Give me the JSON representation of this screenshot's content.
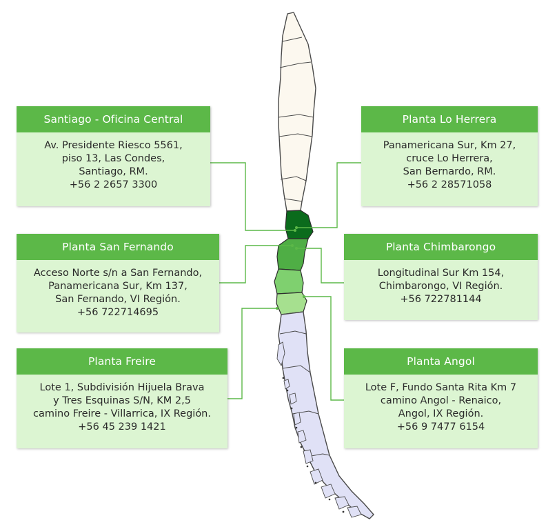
{
  "colors": {
    "header_bg": "#5cb848",
    "card_bg": "#dcf5d2",
    "connector": "#5cb848",
    "north_region": "#fcf8ef",
    "south_region": "#e0e1f6",
    "region_dark": "#0b6b1c",
    "region_medium": "#4fae45",
    "region_light": "#7fd06f",
    "region_pale": "#a6e08f"
  },
  "cards": [
    {
      "id": "santiago",
      "title": "Santiago - Oficina Central",
      "lines": [
        "Av. Presidente Riesco 5561,",
        "piso 13, Las Condes,",
        "Santiago, RM.",
        "+56 2 2657 3300"
      ]
    },
    {
      "id": "lo-herrera",
      "title": "Planta Lo Herrera",
      "lines": [
        "Panamericana Sur, Km 27,",
        "cruce Lo Herrera,",
        "San Bernardo, RM.",
        "+56 2 28571058"
      ]
    },
    {
      "id": "san-fernando",
      "title": "Planta San Fernando",
      "lines": [
        "Acceso Norte s/n a San Fernando,",
        "Panamericana Sur, Km 137,",
        "San Fernando, VI Región.",
        "+56 722714695"
      ]
    },
    {
      "id": "chimbarongo",
      "title": "Planta Chimbarongo",
      "lines": [
        "Longitudinal Sur Km 154,",
        "Chimbarongo, VI Región.",
        "+56 722781144"
      ]
    },
    {
      "id": "freire",
      "title": "Planta Freire",
      "lines": [
        "Lote 1, Subdivisión Hijuela Brava",
        "y Tres Esquinas S/N, KM 2,5",
        "camino Freire - Villarrica, IX Región.",
        "+56 45 239 1421"
      ]
    },
    {
      "id": "angol",
      "title": "Planta Angol",
      "lines": [
        "Lote F, Fundo Santa Rita Km 7",
        "camino Angol - Renaico,",
        "Angol, IX Región.",
        "+56 9 7477 6154"
      ]
    }
  ]
}
